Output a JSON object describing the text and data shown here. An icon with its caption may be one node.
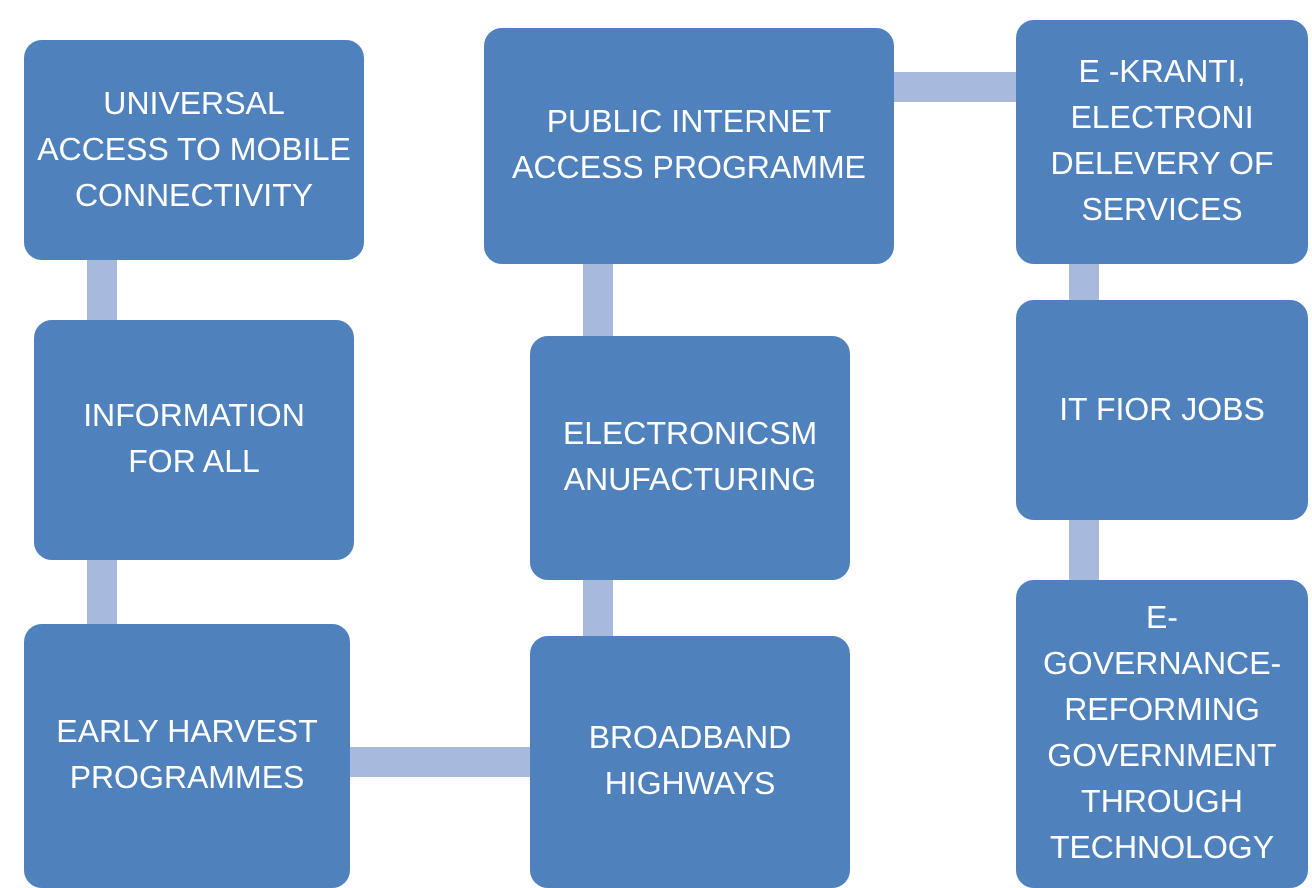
{
  "diagram": {
    "nodes": [
      {
        "text": [
          "UNIVERSAL ACCESS TO MOBILE CONNECTIVITY"
        ]
      },
      {
        "text": [
          "INFORMATION FOR ALL"
        ]
      },
      {
        "text": [
          "EARLY HARVEST PROGRAMMES"
        ]
      },
      {
        "text": [
          "BROADBAND HIGHWAYS"
        ]
      },
      {
        "text": [
          "ELECTRONICSM ANUFACTURING"
        ]
      },
      {
        "text": [
          "PUBLIC INTERNET ACCESS PROGRAMME"
        ]
      },
      {
        "text": [
          "E -KRANTI, ELECTRONI DELEVERY OF SERVICES"
        ]
      },
      {
        "text": [
          "IT FIOR JOBS"
        ]
      },
      {
        "text": [
          "E- GOVERNANCE- REFORMING GOVERNMENT THROUGH TECHNOLOGY"
        ]
      }
    ],
    "edges": [
      {
        "from": 0,
        "to": 1,
        "arrow": "none"
      },
      {
        "from": 1,
        "to": 2,
        "arrow": "none"
      },
      {
        "from": 2,
        "to": 3,
        "arrow": "none"
      },
      {
        "from": 3,
        "to": 4,
        "arrow": "none"
      },
      {
        "from": 4,
        "to": 5,
        "arrow": "none"
      },
      {
        "from": 5,
        "to": 6,
        "arrow": "none"
      },
      {
        "from": 6,
        "to": 7,
        "arrow": "none"
      },
      {
        "from": 7,
        "to": 8,
        "arrow": "none"
      }
    ]
  }
}
